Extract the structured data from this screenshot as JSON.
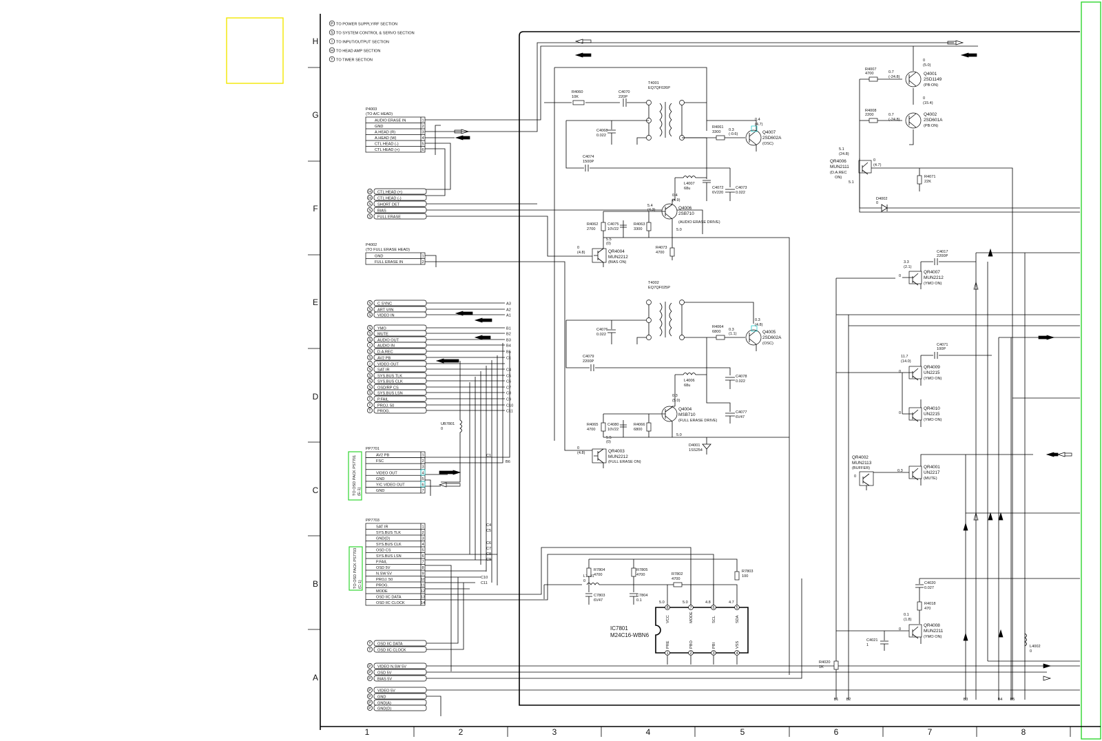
{
  "legend": [
    {
      "letter": "P",
      "text": "TO POWER SUPPLY/RF SECTION"
    },
    {
      "letter": "S",
      "text": "TO SYSTEM CONTROL & SERVO SECTION"
    },
    {
      "letter": "I",
      "text": "TO INPUT/OUTPUT SECTION"
    },
    {
      "letter": "H",
      "text": "TO HEAD AMP SECTION"
    },
    {
      "letter": "T",
      "text": "TO TIMER SECTION"
    }
  ],
  "grid": {
    "rows": [
      "H",
      "G",
      "F",
      "E",
      "D",
      "C",
      "B",
      "A"
    ],
    "cols": [
      "1",
      "2",
      "3",
      "4",
      "5",
      "6",
      "7",
      "8"
    ]
  },
  "connectors": {
    "p4003": {
      "title": "P4003",
      "subtitle": "(TO A/C HEAD)",
      "pins": [
        {
          "n": "1",
          "label": "AUDIO ERASE IN"
        },
        {
          "n": "2",
          "label": "GND"
        },
        {
          "n": "3",
          "label": "A.HEAD (R)"
        },
        {
          "n": "4",
          "label": "A.HEAD (W)"
        },
        {
          "n": "5",
          "label": "CTL HEAD (-)"
        },
        {
          "n": "6",
          "label": "CTL HEAD (+)"
        }
      ]
    },
    "p4002": {
      "title": "P4002",
      "subtitle": "(TO FULL ERASE HEAD)",
      "pins": [
        {
          "n": "1",
          "label": "GND"
        },
        {
          "n": "2",
          "label": "FULL ERASE IN"
        }
      ]
    },
    "pp7701": {
      "title": "PP7701",
      "side": "TO OSD PACK PS7701",
      "side2": "(E-1)",
      "pins": [
        {
          "n": "1",
          "label": "AV2 PB"
        },
        {
          "n": "2",
          "label": "FSC"
        },
        {
          "n": "3",
          "label": ""
        },
        {
          "n": "4",
          "label": "VIDEO OUT"
        },
        {
          "n": "5",
          "label": "GND"
        },
        {
          "n": "6",
          "label": "Y/C VIDEO OUT"
        },
        {
          "n": "7",
          "label": "GND"
        }
      ]
    },
    "pp7703": {
      "title": "PP7703",
      "side": "TO OSD PACK PS7703",
      "side2": "(C-1)",
      "pins": [
        {
          "n": "1",
          "label": "SAT IR"
        },
        {
          "n": "2",
          "label": "SYS.BUS TLK"
        },
        {
          "n": "3",
          "label": "GND(D)"
        },
        {
          "n": "4",
          "label": "SYS.BUS CLK"
        },
        {
          "n": "5",
          "label": "OSD CS"
        },
        {
          "n": "6",
          "label": "SYS.BUS LSN"
        },
        {
          "n": "7",
          "label": "P.FAIL"
        },
        {
          "n": "8",
          "label": "OSD 5V"
        },
        {
          "n": "9",
          "label": "N.SW 5V"
        },
        {
          "n": "10",
          "label": "PROJ. 50"
        },
        {
          "n": "11",
          "label": "PROG."
        },
        {
          "n": "12",
          "label": "MODE"
        },
        {
          "n": "13",
          "label": "OSD IIC DATA"
        },
        {
          "n": "14",
          "label": "OSD IIC CLOCK"
        }
      ]
    }
  },
  "signals": {
    "head": [
      {
        "tag": "H",
        "label": "CTL HEAD (+)"
      },
      {
        "tag": "H",
        "label": "CTL HEAD (-)"
      },
      {
        "tag": "S",
        "label": "SHORT DET"
      },
      {
        "tag": "S",
        "label": "BIAS"
      },
      {
        "tag": "S",
        "label": "FULL ERASE"
      }
    ],
    "mid": [
      {
        "tag": "S",
        "label": "C SYNC",
        "ref": "A3"
      },
      {
        "tag": "S",
        "label": "ART V/IN",
        "ref": "A2"
      },
      {
        "tag": "S",
        "label": "VIDEO IN",
        "ref": "A1"
      },
      {
        "tag": "S",
        "label": "YMO",
        "ref": "B1"
      },
      {
        "tag": "S",
        "label": "MUTE",
        "ref": "B2"
      },
      {
        "tag": "S",
        "label": "AUDIO OUT",
        "ref": "B3"
      },
      {
        "tag": "I",
        "label": "AUDIO IN",
        "ref": "B4"
      },
      {
        "tag": "S",
        "label": "D.A.REC",
        "ref": "B5"
      },
      {
        "tag": "S",
        "label": "AV2 PB",
        "ref": "C1"
      },
      {
        "tag": "I",
        "label": "VIDEO OUT",
        "ref": ""
      },
      {
        "tag": "S",
        "label": "SAT IR",
        "ref": "C4"
      },
      {
        "tag": "S",
        "label": "SYS.BUS TLK",
        "ref": "C5"
      },
      {
        "tag": "S",
        "label": "SYS.BUS CLK",
        "ref": "C6"
      },
      {
        "tag": "S",
        "label": "OSD/RP CS",
        "ref": "C7"
      },
      {
        "tag": "S",
        "label": "SYS.BUS LSN",
        "ref": "C8"
      },
      {
        "tag": "T",
        "label": "P.FAIL",
        "ref": "C9"
      },
      {
        "tag": "T",
        "label": "PROJ. 50",
        "ref": "C10"
      },
      {
        "tag": "T",
        "label": "PROG.",
        "ref": "C11"
      }
    ],
    "osd": [
      {
        "tag": "T",
        "label": "OSD IIC DATA"
      },
      {
        "tag": "T",
        "label": "OSD IIC CLOCK"
      }
    ],
    "power": [
      {
        "tag": "P",
        "label": "VIDEO N.SW 5V"
      },
      {
        "tag": "P",
        "label": "OSD 5V"
      },
      {
        "tag": "P",
        "label": "BIAS 5V"
      },
      {
        "tag": "P",
        "label": "VIDEO 5V"
      },
      {
        "tag": "P",
        "label": "GND"
      },
      {
        "tag": "P",
        "label": "GND(A)"
      },
      {
        "tag": "P",
        "label": "GND(D)"
      }
    ]
  },
  "parts": {
    "t4001": {
      "ref": "T4001",
      "part": "EQ7QF026P"
    },
    "t4002": {
      "ref": "T4002",
      "part": "EQ7QF025P"
    },
    "r4060": {
      "ref": "R4060",
      "val": "10K"
    },
    "c4070": {
      "ref": "C4070",
      "val": "220P"
    },
    "c4068": {
      "ref": "C4068",
      "val": "0.022"
    },
    "c4074": {
      "ref": "C4074",
      "val": "1500P"
    },
    "r4061": {
      "ref": "R4061",
      "val": "3300"
    },
    "q4007": {
      "ref": "Q4007",
      "part": "2SD602A",
      "note": "(OSC)"
    },
    "l4007": {
      "ref": "L4007",
      "val": "68u"
    },
    "c4072": {
      "ref": "C4072",
      "val": "6V220"
    },
    "c4073": {
      "ref": "C4073",
      "val": "0.022"
    },
    "q4006": {
      "ref": "Q4006",
      "part": "2SB710",
      "note": "(AUDIO ERASE DRIVE)"
    },
    "r4062": {
      "ref": "R4062",
      "val": "2700"
    },
    "c4075": {
      "ref": "C4075",
      "val": "10V22"
    },
    "r4063": {
      "ref": "R4063",
      "val": "3300"
    },
    "r4073": {
      "ref": "R4073",
      "val": "4700"
    },
    "qr4004": {
      "ref": "QR4004",
      "part": "MUN2212",
      "note": "(BIAS ON)"
    },
    "c4076": {
      "ref": "C4076",
      "val": "0.022"
    },
    "r4064": {
      "ref": "R4064",
      "val": "6800"
    },
    "q4005": {
      "ref": "Q4005",
      "part": "2SD602A",
      "note": "(OSC)"
    },
    "c4079": {
      "ref": "C4079",
      "val": "2200P"
    },
    "c4078": {
      "ref": "C4078",
      "val": "0.022"
    },
    "l4006": {
      "ref": "L4006",
      "val": "68u"
    },
    "q4004": {
      "ref": "Q4004",
      "part": "MSB710",
      "note": "(FULL ERASE DRIVE)"
    },
    "c4077": {
      "ref": "C4077",
      "val": "6V47"
    },
    "r4065": {
      "ref": "R4065",
      "val": "4700"
    },
    "c4080": {
      "ref": "C4080",
      "val": "10V22"
    },
    "r4066": {
      "ref": "R4066",
      "val": "6800"
    },
    "d4001": {
      "ref": "D4001",
      "part": "1SS254"
    },
    "qr4003": {
      "ref": "QR4003",
      "part": "MUN2212",
      "note": "(FULL ERASE ON)"
    },
    "ub7801": {
      "ref": "UB7801",
      "val": "0"
    },
    "l7801": {
      "ref": "L7801",
      "val": "0"
    },
    "r7804": {
      "ref": "R7804",
      "val": "4700"
    },
    "r7805": {
      "ref": "R7805",
      "val": "4700"
    },
    "r7802": {
      "ref": "R7802",
      "val": "4700"
    },
    "r7803": {
      "ref": "R7803",
      "val": "100"
    },
    "c7803": {
      "ref": "C7803",
      "val": "6V47"
    },
    "c7804": {
      "ref": "C7804",
      "val": "0.1"
    },
    "ic7801": {
      "ref": "IC7801",
      "part": "M24C16-WBN6",
      "top": [
        "VCC",
        "MODE",
        "SCL",
        "SDA"
      ],
      "bottom": [
        "PRE",
        "PBO",
        "PBI",
        "VSS"
      ],
      "topn": [
        "8",
        "7",
        "6",
        "5"
      ],
      "botn": [
        "1",
        "2",
        "3",
        "4"
      ]
    },
    "r4007": {
      "ref": "R4007",
      "val": "4700"
    },
    "r4008": {
      "ref": "R4008",
      "val": "2200"
    },
    "q4001": {
      "ref": "Q4001",
      "part": "2SD1149",
      "note": "(PB:ON)"
    },
    "q4002": {
      "ref": "Q4002",
      "part": "2SD601A",
      "note": "(PB:ON)"
    },
    "qr4006": {
      "ref": "QR4006",
      "part": "MUN2111",
      "note": "(D.A.REC",
      "note2": "ON)"
    },
    "r4071": {
      "ref": "R4071",
      "val": "22K"
    },
    "d4002": {
      "ref": "D4002",
      "val": "0"
    },
    "c4017": {
      "ref": "C4017",
      "val": "2200P"
    },
    "qr4007": {
      "ref": "QR4007",
      "part": "MUN2212",
      "note": "(YMO ON)"
    },
    "c4071": {
      "ref": "C4071",
      "val": "100P"
    },
    "qr4009": {
      "ref": "QR4009",
      "part": "UN2215",
      "note": "(YMO ON)"
    },
    "qr4010": {
      "ref": "QR4010",
      "part": "UN2215",
      "note": "(YMO ON)"
    },
    "qr4002": {
      "ref": "QR4002",
      "part": "MUN2113",
      "note": "(BUFFER)"
    },
    "qr4001": {
      "ref": "QR4001",
      "part": "UN2217",
      "note": "(MUTE)"
    },
    "c4020": {
      "ref": "C4020",
      "val": "0.027"
    },
    "r4018": {
      "ref": "R4018",
      "val": "470"
    },
    "qr4008": {
      "ref": "QR4008",
      "part": "MUN2211",
      "note": "(YMO ON)"
    },
    "c4021": {
      "ref": "C4021",
      "val": "1"
    },
    "r4020": {
      "ref": "R4020",
      "val": "1K"
    },
    "l4002": {
      "ref": "L4002",
      "val": "0"
    }
  },
  "volt": {
    "q4001": [
      "0",
      "(5.0)"
    ],
    "q4001b": [
      "0.7",
      "(-24.8)"
    ],
    "q4002": [
      "0",
      "(15.4)"
    ],
    "q4002b": [
      "0.7",
      "(-24.8)"
    ],
    "q4007": [
      "0.4",
      "(4.7)"
    ],
    "r4061": [
      "0.3",
      "(-0.6)"
    ],
    "q4006a": [
      "0.4",
      "(4.9)"
    ],
    "q4006b": [
      "5.4",
      "(4.3)"
    ],
    "q4006c": "5.0",
    "qr4004a": [
      "5.5",
      "(0)"
    ],
    "qr4004b": [
      "0",
      "(4.8)"
    ],
    "q4005": [
      "0.3",
      "(4.8)"
    ],
    "r4064": [
      "0.3",
      "(1.1)"
    ],
    "q4004a": [
      "0.3",
      "(5.0)"
    ],
    "q4004c": "5.0",
    "qr4003a": [
      "5.5",
      "(0)"
    ],
    "qr4003b": [
      "0",
      "(4.8)"
    ],
    "qr4006a": [
      "5.1",
      "(24.8)"
    ],
    "qr4006b": [
      "0",
      "(4.7)"
    ],
    "qr4006c": "5.1",
    "qr4007a": [
      "3.3",
      "(2.1)"
    ],
    "qr4007b": "0",
    "qr4009a": [
      "11.7",
      "(14.0)"
    ],
    "qr4009b": "0",
    "qr4010b": "0",
    "qr4002a": "0",
    "qr4001a": "0.3",
    "qr4008a": [
      "0.1",
      "(1.8)"
    ],
    "qr4008b": "0",
    "ic": [
      "5.0",
      "5.0",
      "4.8",
      "4.7"
    ]
  },
  "bus_labels": [
    "B1",
    "B2",
    "B3",
    "B4",
    "B5"
  ],
  "bus_misc": [
    "B6",
    "B6",
    "C1",
    "C1",
    "C4",
    "C5",
    "C6",
    "C7",
    "C8",
    "C9",
    "C10",
    "C11"
  ]
}
